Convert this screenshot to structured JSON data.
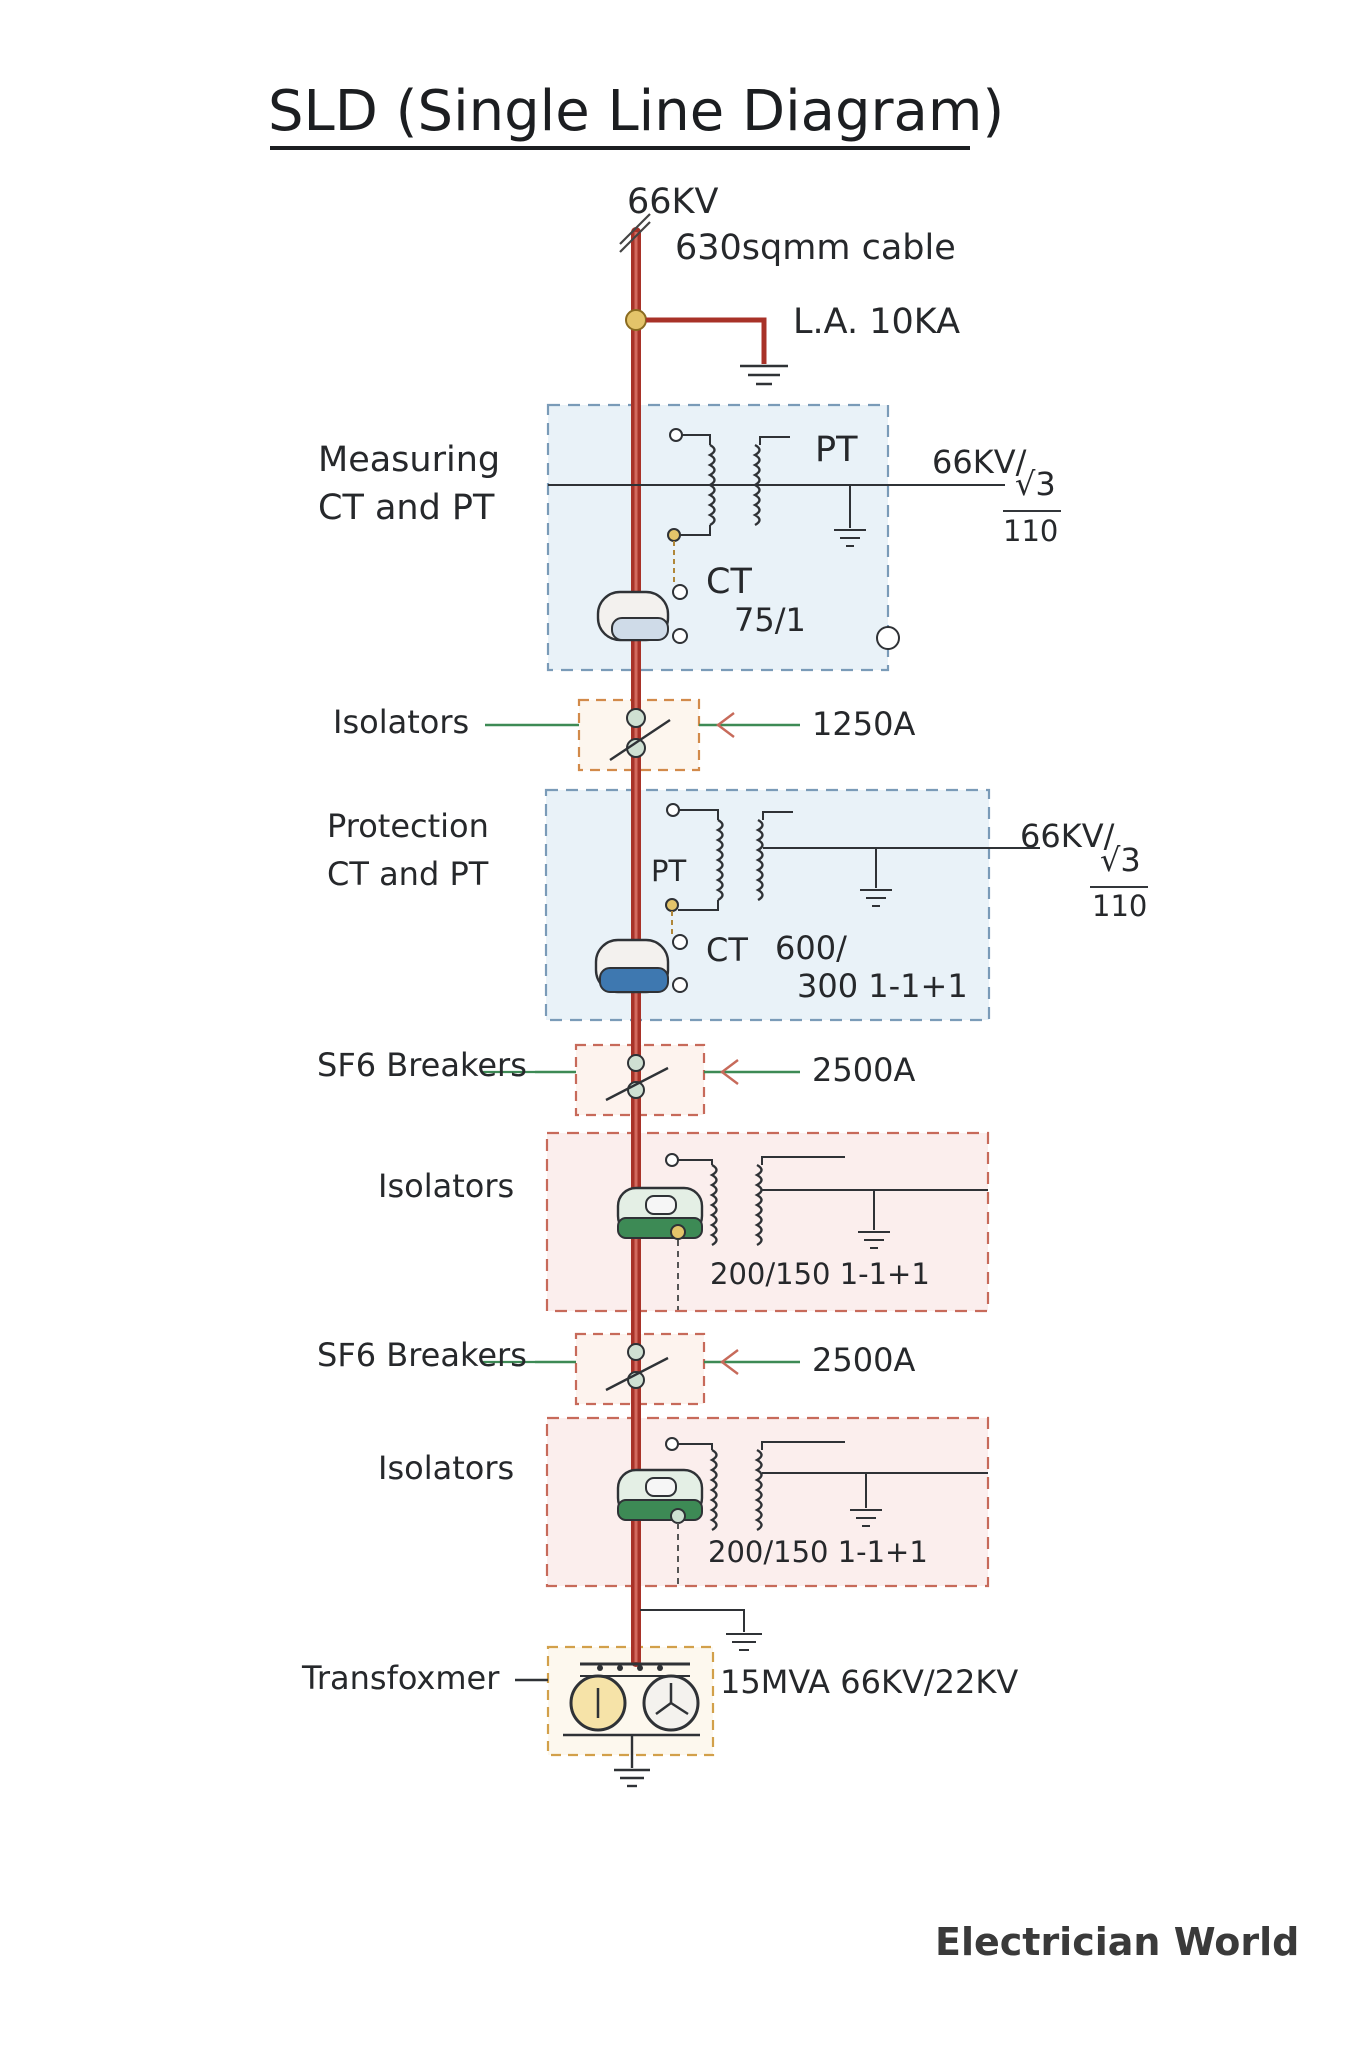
{
  "title": "SLD (Single Line Diagram)",
  "incoming": {
    "voltage": "66KV",
    "cable": "630sqmm cable",
    "arrester": "L.A. 10KA"
  },
  "measuring": {
    "label_line1": "Measuring",
    "label_line2": "CT and PT",
    "pt_label": "PT",
    "pt_ratio_top": "66KV/",
    "pt_ratio_root": "√3",
    "pt_ratio_bottom": "110",
    "ct_label": "CT",
    "ct_ratio": "75/1"
  },
  "isolator1": {
    "label": "Isolators",
    "rating": "1250A"
  },
  "protection": {
    "label_line1": "Protection",
    "label_line2": "CT and PT",
    "pt_label": "PT",
    "pt_ratio_top": "66KV/",
    "pt_ratio_root": "√3",
    "pt_ratio_bottom": "110",
    "ct_label": "CT",
    "ct_ratio_line1": "600/",
    "ct_ratio_line2": "300  1-1+1"
  },
  "breaker1": {
    "label": "SF6 Breakers",
    "rating": "2500A"
  },
  "isolator2": {
    "label": "Isolators",
    "ratio": "200/150  1-1+1"
  },
  "breaker2": {
    "label": "SF6 Breakers",
    "rating": "2500A"
  },
  "isolator3": {
    "label": "Isolators",
    "ratio": "200/150  1-1+1"
  },
  "transformer": {
    "label": "Transfoxmer",
    "rating": "15MVA  66KV/22KV"
  },
  "brand": "Electrician World",
  "colors": {
    "busbar": "#a83228",
    "measuring_box": "#e9f2f8",
    "protection_box": "#e9f2f8",
    "isolator_box": "#fbeeed",
    "switch_box": "#d28a4a",
    "green": "#3d8a55",
    "blue": "#3e78b0"
  }
}
